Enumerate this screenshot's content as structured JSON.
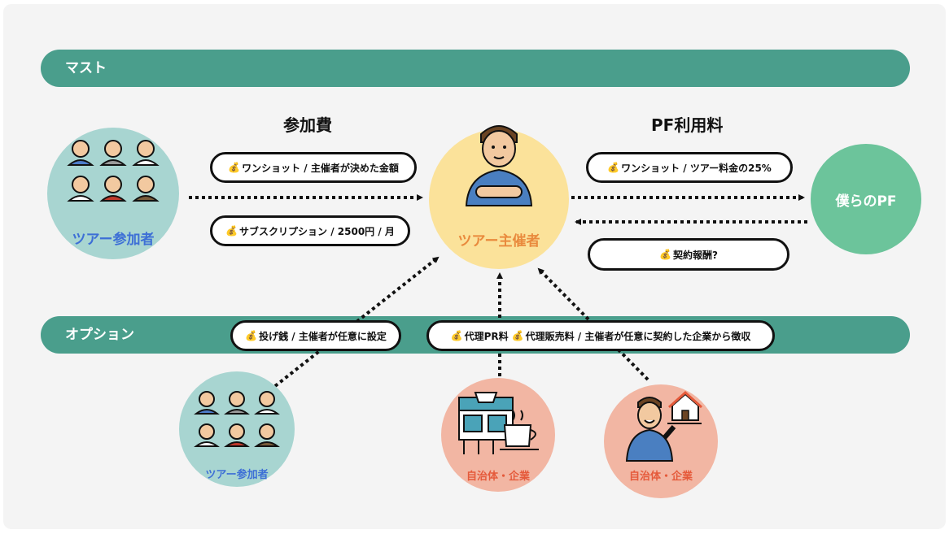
{
  "bands": {
    "must": "マスト",
    "option": "オプション"
  },
  "headings": {
    "participation_fee": "参加費",
    "pf_fee": "PF利用料"
  },
  "nodes": {
    "participants_main": "ツアー参加者",
    "organizer": "ツアー主催者",
    "platform": "僕らのPF",
    "participants_option": "ツアー参加者",
    "municipality_cafe": "自治体・企業",
    "municipality_agent": "自治体・企業"
  },
  "pills": {
    "one_shot_fee": "ワンショット / 主催者が決めた金額",
    "subscription_fee": "サブスクリプション / 2500円 / 月",
    "pf_one_shot": "ワンショット / ツアー料金の25%",
    "contract_reward": "契約報酬?",
    "tip": "投げ銭 / 主催者が任意に設定",
    "agency_pr": "代理PR料",
    "agency_sales": "代理販売料 / 主催者が任意に契約した企業から徴収"
  },
  "icons": {
    "money": "💰"
  },
  "colors": {
    "band": "#4a9e8c",
    "participants_circle": "#a8d5d1",
    "organizer_circle": "#fbe29a",
    "platform_circle": "#6cc49b",
    "company_circle": "#f2b6a3",
    "participants_text": "#3d6fd6",
    "organizer_text": "#e98a3d",
    "company_text": "#e55a3b"
  }
}
